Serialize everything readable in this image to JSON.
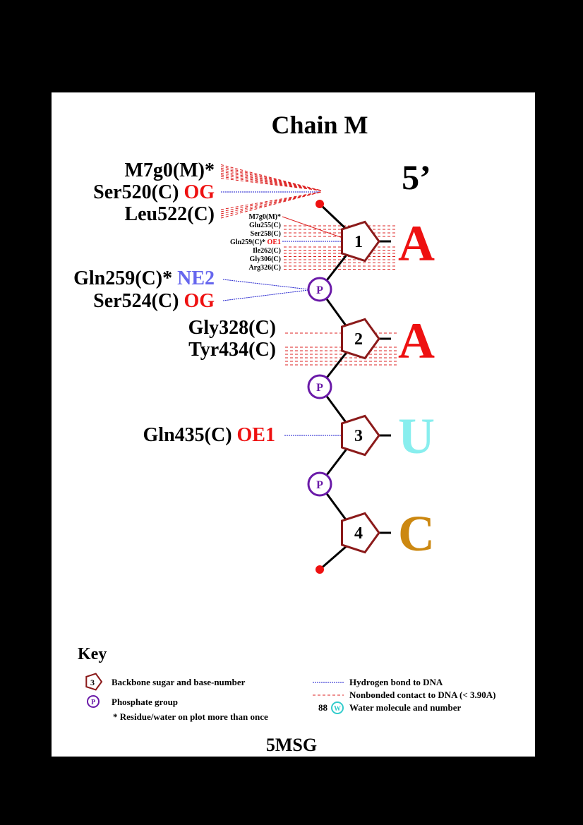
{
  "title": "Chain M",
  "five_prime": "5’",
  "pdb_code": "5MSG",
  "colors": {
    "background_outer": "#000000",
    "panel": "#ffffff",
    "sugar": "#8b1a1a",
    "phosphate": "#6a1aa8",
    "hbond": "#1a1acc",
    "nonbonded": "#dd2222",
    "atom_red": "#ee1111",
    "atom_blue": "#6666ee",
    "base_A": "#ee1111",
    "base_U": "#88eeee",
    "base_C": "#cc8811",
    "water": "#33cccc"
  },
  "nucleotides": [
    {
      "number": "1",
      "base": "A",
      "base_color": "#ee1111"
    },
    {
      "number": "2",
      "base": "A",
      "base_color": "#ee1111"
    },
    {
      "number": "3",
      "base": "U",
      "base_color": "#88eeee"
    },
    {
      "number": "4",
      "base": "C",
      "base_color": "#cc8811"
    }
  ],
  "phosphate_label": "P",
  "terminal_contacts": [
    {
      "residue": "M7g0(M)*",
      "atom": "",
      "type": "nonbonded"
    },
    {
      "residue": "Ser520(C)",
      "atom": "OG",
      "atom_color": "red",
      "type": "hbond"
    },
    {
      "residue": "Leu522(C)",
      "atom": "",
      "type": "nonbonded"
    }
  ],
  "sugar1_small_contacts": [
    {
      "residue": "M7g0(M)*",
      "atom": "",
      "type": "nonbonded"
    },
    {
      "residue": "Glu255(C)",
      "atom": "",
      "type": "nonbonded"
    },
    {
      "residue": "Ser258(C)",
      "atom": "",
      "type": "nonbonded"
    },
    {
      "residue": "Gln259(C)*",
      "atom": "OE1",
      "atom_color": "red",
      "type": "hbond"
    },
    {
      "residue": "Ile262(C)",
      "atom": "",
      "type": "nonbonded"
    },
    {
      "residue": "Gly306(C)",
      "atom": "",
      "type": "nonbonded"
    },
    {
      "residue": "Arg326(C)",
      "atom": "",
      "type": "nonbonded"
    }
  ],
  "phosphate1_contacts": [
    {
      "residue": "Gln259(C)*",
      "atom": "NE2",
      "atom_color": "blue",
      "type": "hbond"
    },
    {
      "residue": "Ser524(C)",
      "atom": "OG",
      "atom_color": "red",
      "type": "hbond"
    }
  ],
  "sugar2_contacts": [
    {
      "residue": "Gly328(C)",
      "atom": "",
      "type": "nonbonded"
    },
    {
      "residue": "Tyr434(C)",
      "atom": "",
      "type": "nonbonded"
    }
  ],
  "sugar3_contacts": [
    {
      "residue": "Gln435(C)",
      "atom": "OE1",
      "atom_color": "red",
      "type": "hbond"
    }
  ],
  "key": {
    "title": "Key",
    "sugar_label": "Backbone sugar and base-number",
    "sugar_example": "3",
    "phosphate_label": "Phosphate group",
    "phosphate_example": "P",
    "repeat_label": "* Residue/water on plot more than once",
    "hbond_label": "Hydrogen bond to DNA",
    "nonbonded_label": "Nonbonded contact to DNA (< 3.90A)",
    "water_number": "88",
    "water_symbol": "W",
    "water_label": "Water molecule and number"
  }
}
